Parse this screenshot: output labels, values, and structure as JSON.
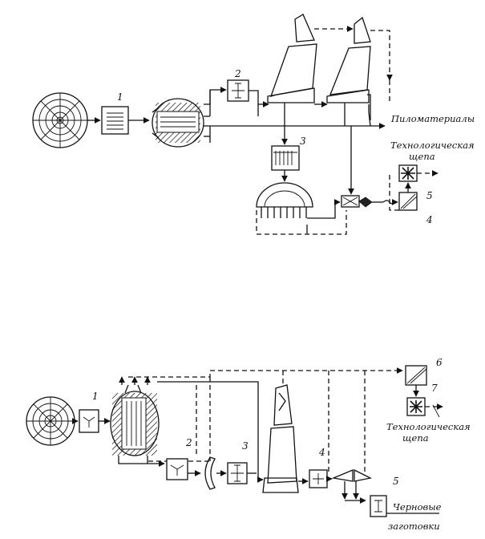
{
  "diagram_top": {
    "numbers": [
      "1",
      "2",
      "3",
      "4",
      "5"
    ],
    "labels": {
      "lumber": "Пиломатериалы",
      "chips_line1": "Технологическая",
      "chips_line2": "щепа"
    }
  },
  "diagram_bottom": {
    "numbers": [
      "1",
      "2",
      "3",
      "4",
      "5",
      "6",
      "7"
    ],
    "labels": {
      "chips_line1": "Технологическая",
      "chips_line2": "щепа",
      "blanks_line1": "Черновые",
      "blanks_line2": "заготовки"
    }
  }
}
